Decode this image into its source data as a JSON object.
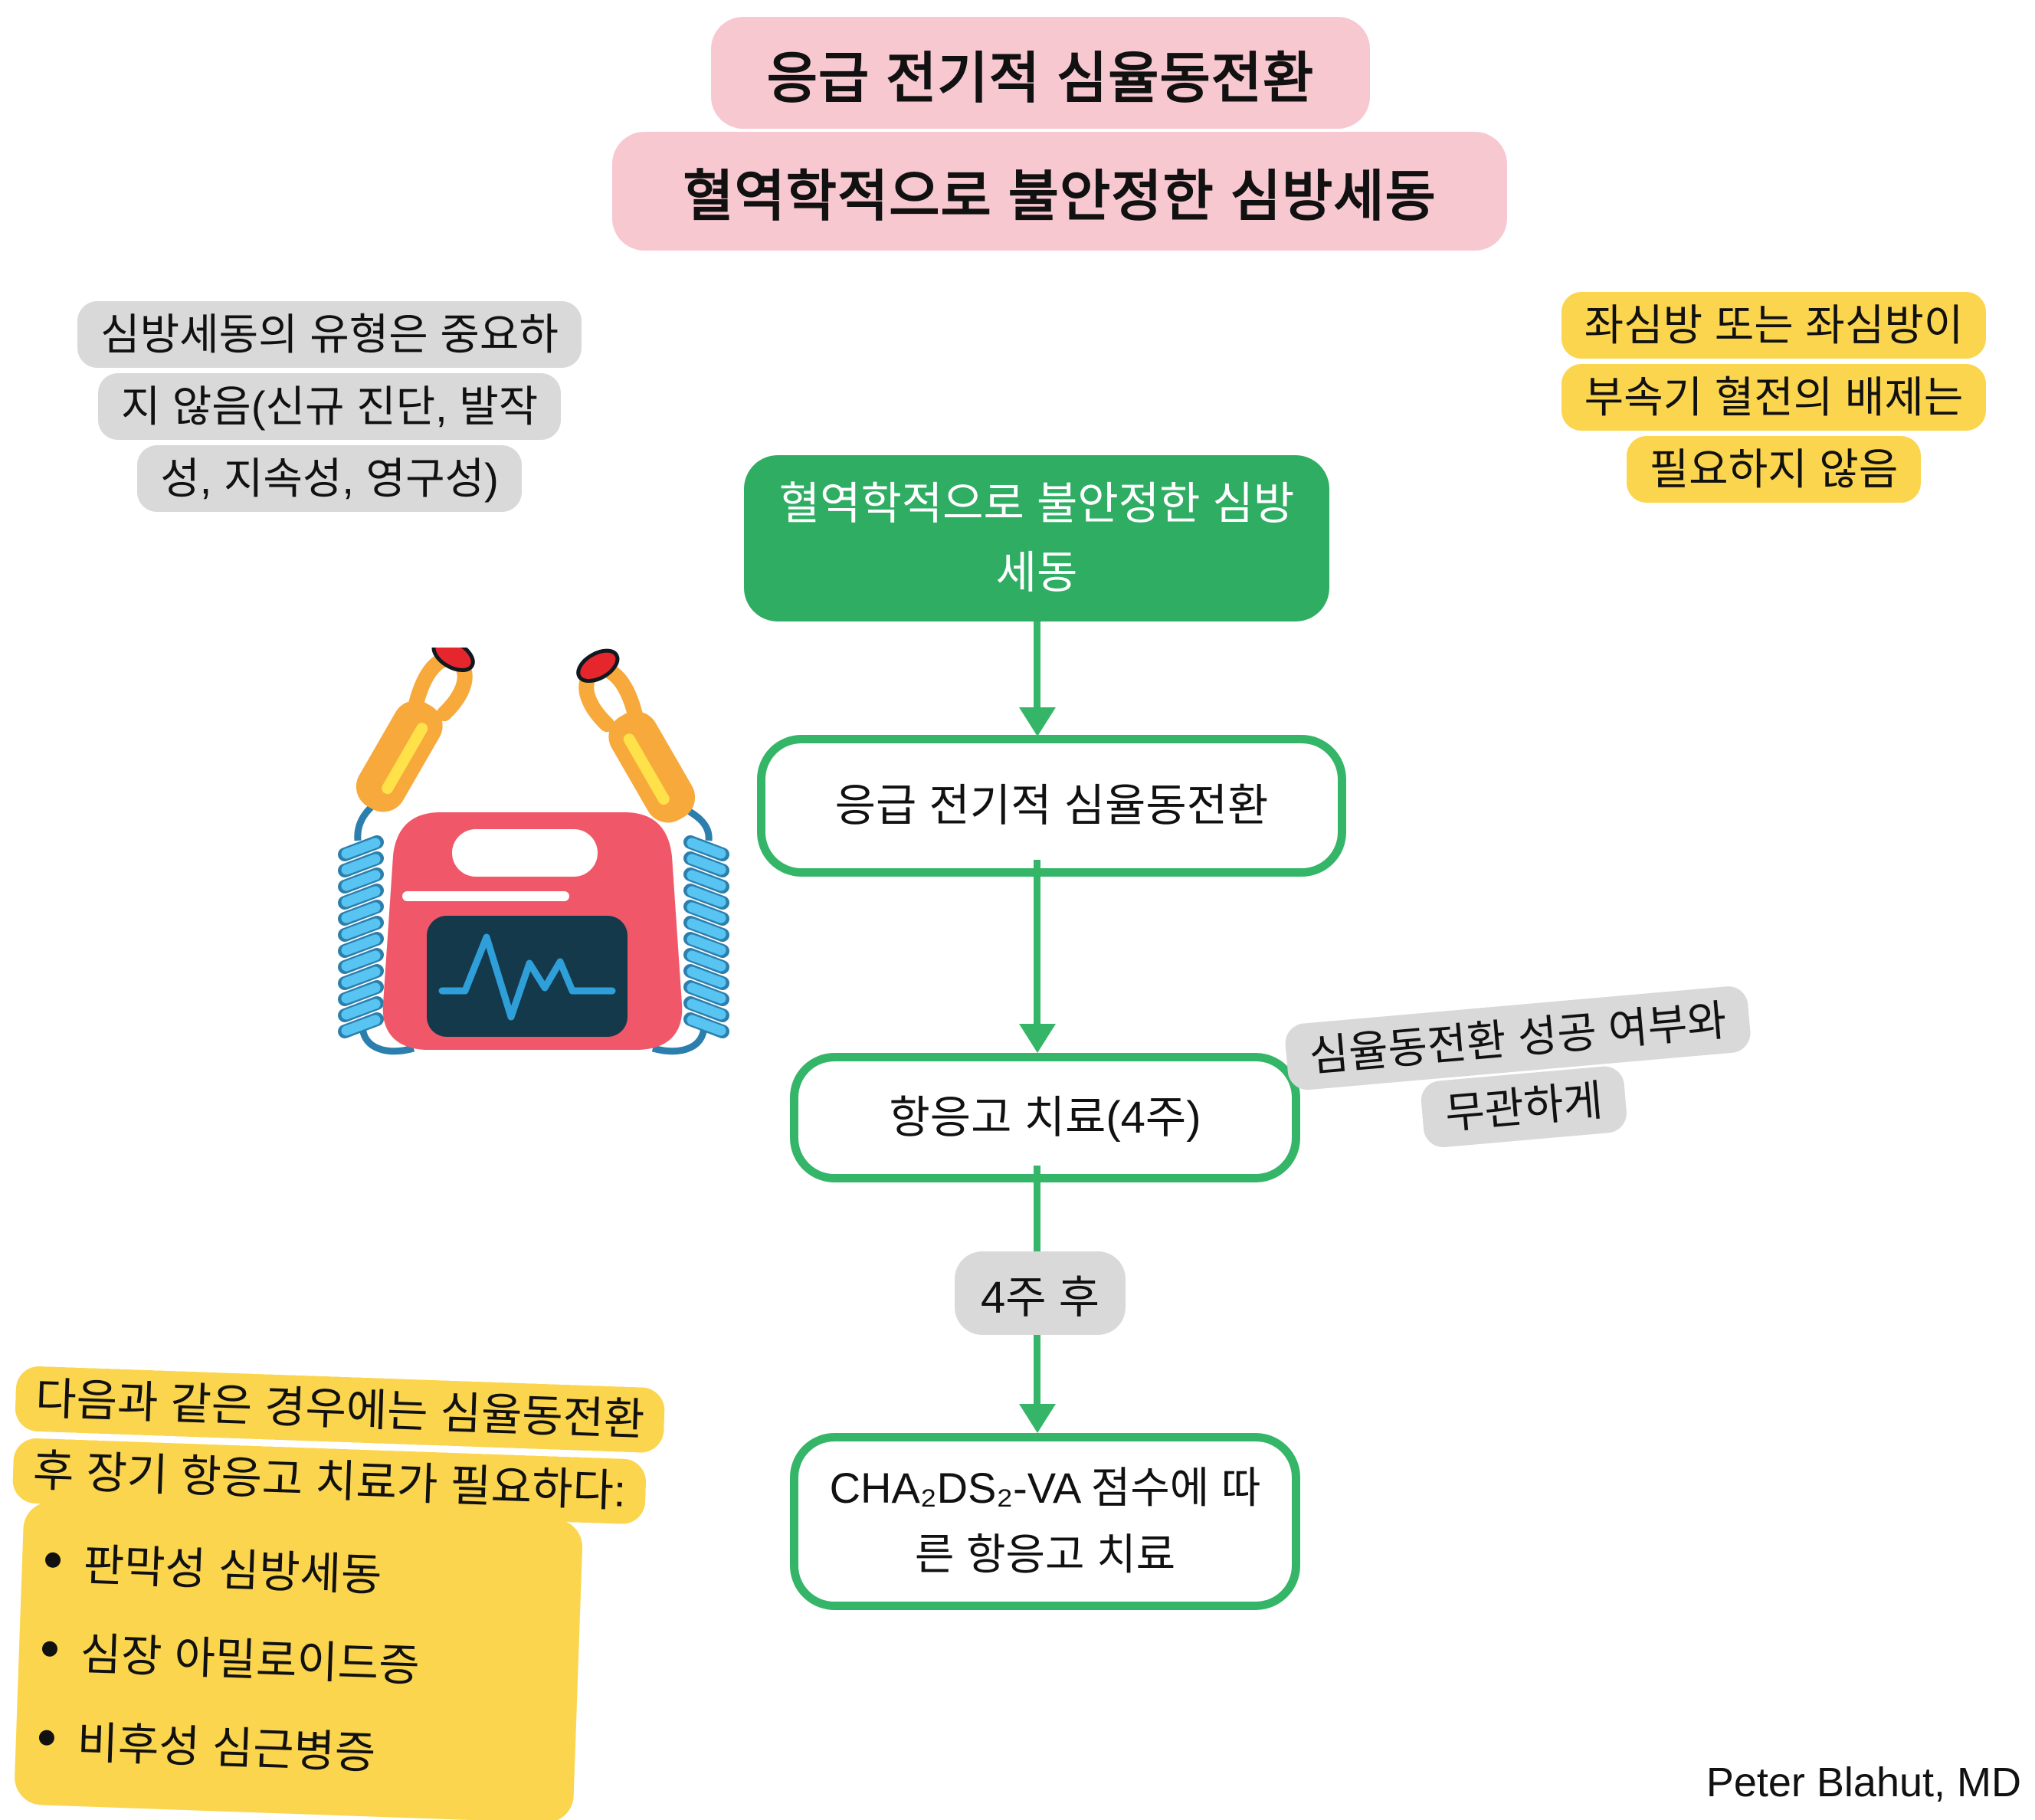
{
  "title": {
    "line1": "응급 전기적 심율동전환",
    "line2": "혈역학적으로 불안정한 심방세동"
  },
  "notes": {
    "af_type": "심방세동의 유형은 중요하\n지 않음(신규 진단, 발작\n성, 지속성, 영구성)",
    "laa_exclusion": "좌심방 또는 좌심방이\n부속기 혈전의 배제는\n필요하지 않음",
    "regardless": "심율동전환 성공 여부와\n무관하게",
    "long_term": {
      "title": "다음과 같은 경우에는 심율동전환\n후 장기 항응고 치료가 필요하다:",
      "items": [
        "판막성 심방세동",
        "심장 아밀로이드증",
        "비후성 심근병증"
      ]
    }
  },
  "flow": {
    "start": "혈역학적으로 불안정한 심방\n세동",
    "step_cardioversion": "응급 전기적 심율동전환",
    "step_anticoagulation": "항응고 치료(4주)",
    "interval_label": "4주 후",
    "step_cha2ds2va": "CHA₂DS₂-VA 점수에 따\n른 항응고 치료"
  },
  "author": "Peter Blahut, MD",
  "icons": {
    "defibrillator": "defibrillator-icon"
  },
  "colors": {
    "pink": "#F8C8D1",
    "green_fill": "#2EAD63",
    "green_line": "#35B567",
    "yellow": "#FBD54D",
    "gray": "#D9D9D9",
    "device_red": "#F0586A",
    "screen_navy": "#14394A",
    "ecg_blue": "#2F9FD9",
    "cable_blue": "#58C4F1",
    "paddle_orange": "#F7A93B",
    "button_red": "#E5262D",
    "stripe_yellow": "#FFE14A"
  }
}
